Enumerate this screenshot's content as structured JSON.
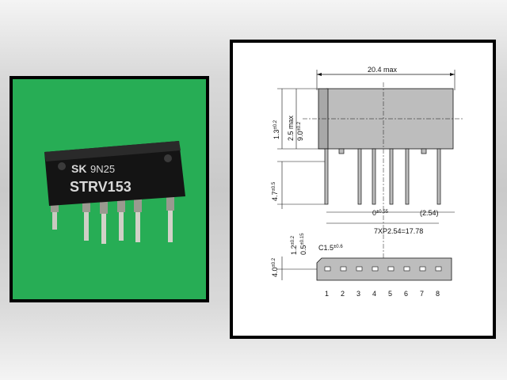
{
  "photo": {
    "logo": "SK",
    "date_code": "9N25",
    "part_number": "STRV153"
  },
  "drawing": {
    "width_max": "20.4 max",
    "height_top": "2.5 max",
    "body_height": "9.0",
    "body_height_tol": "±0.2",
    "lead_offset": "1.3",
    "lead_offset_tol": "±0.2",
    "lead_length": "4.7",
    "lead_length_tol": "±0.5",
    "lead_gap": "0",
    "lead_gap_tol": "±0.55",
    "pitch_ref": "(2.54)",
    "pitch_total": "7XP2.54=17.78",
    "chamfer": "C1.5",
    "chamfer_tol": "±0.6",
    "dim_a": "1.2",
    "dim_a_tol": "±0.2",
    "dim_b": "0.5",
    "dim_b_tol": "±0.15",
    "dim_c": "4.0",
    "dim_c_tol": "±0.2",
    "pin_numbers": [
      "1",
      "2",
      "3",
      "4",
      "5",
      "6",
      "7",
      "8"
    ]
  }
}
